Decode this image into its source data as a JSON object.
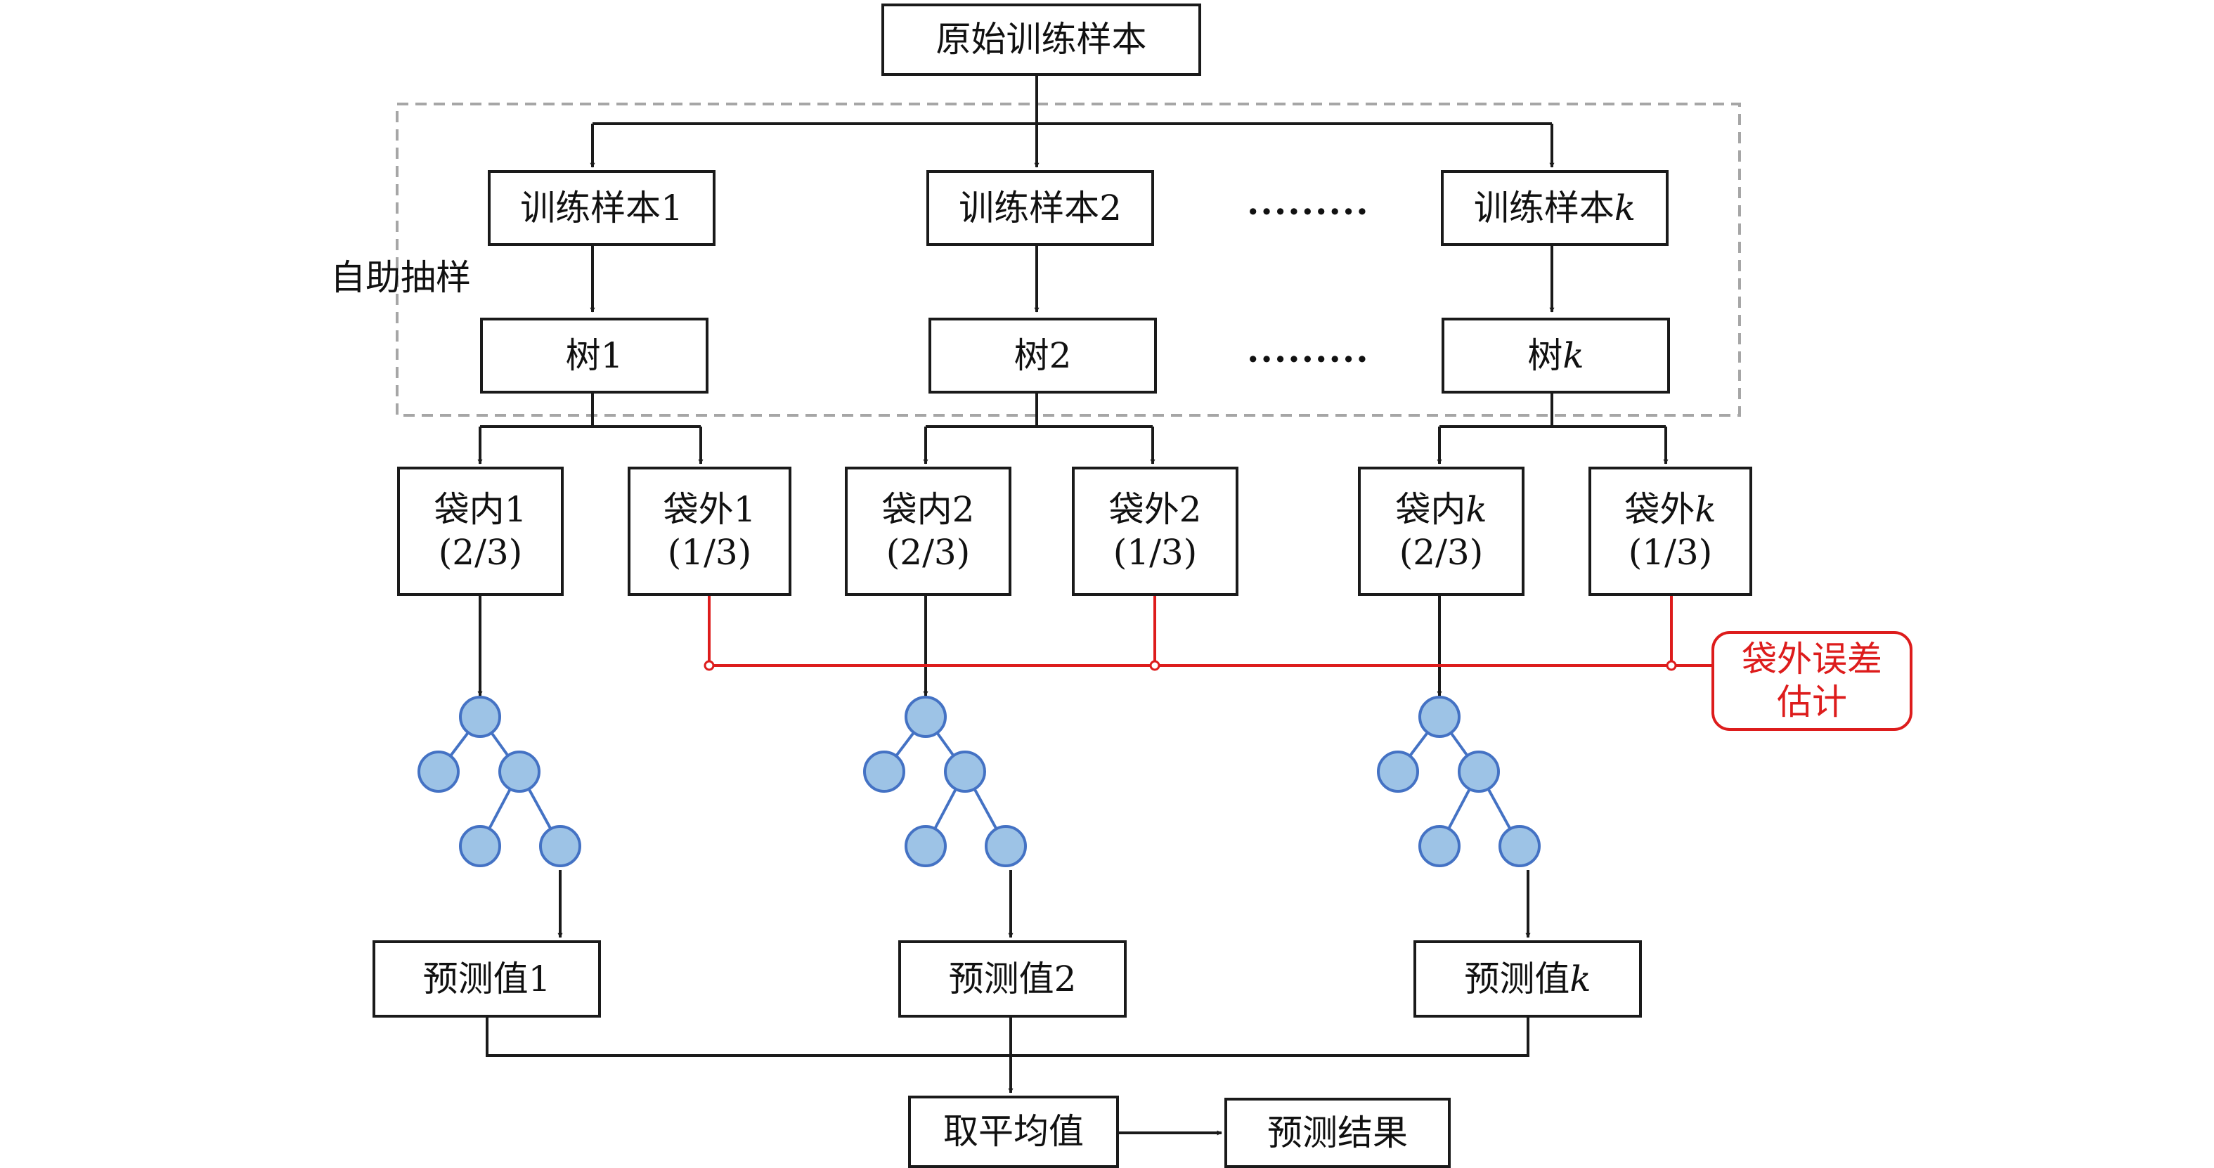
{
  "root": "原始训练样本",
  "bootstrap_label": "自助抽样",
  "samples": [
    {
      "pre": "训练样本",
      "idx": "1",
      "idx_italic": false
    },
    {
      "pre": "训练样本",
      "idx": "2",
      "idx_italic": false
    },
    {
      "pre": "训练样本",
      "idx": "k",
      "idx_italic": true
    }
  ],
  "ellipsis": ".........",
  "trees": [
    {
      "pre": "树",
      "idx": "1",
      "idx_italic": false
    },
    {
      "pre": "树",
      "idx": "2",
      "idx_italic": false
    },
    {
      "pre": "树",
      "idx": "k",
      "idx_italic": true
    }
  ],
  "bags": [
    {
      "in_pre": "袋内",
      "out_pre": "袋外",
      "idx": "1",
      "idx_italic": false
    },
    {
      "in_pre": "袋内",
      "out_pre": "袋外",
      "idx": "2",
      "idx_italic": false
    },
    {
      "in_pre": "袋内",
      "out_pre": "袋外",
      "idx": "k",
      "idx_italic": true
    }
  ],
  "in_bag_fraction": "(2/3)",
  "out_of_bag_fraction": "(1/3)",
  "oob_error": {
    "line1": "袋外误差",
    "line2": "估计"
  },
  "predictions": [
    {
      "pre": "预测值",
      "idx": "1",
      "idx_italic": false
    },
    {
      "pre": "预测值",
      "idx": "2",
      "idx_italic": false
    },
    {
      "pre": "预测值",
      "idx": "k",
      "idx_italic": true
    }
  ],
  "average": "取平均值",
  "result": "预测结果",
  "colors": {
    "line": "#1a1a1a",
    "oob": "#dd1c1c",
    "node_fill": "#9dc3e6",
    "node_stroke": "#4472c4",
    "dashed": "#a6a6a6"
  }
}
